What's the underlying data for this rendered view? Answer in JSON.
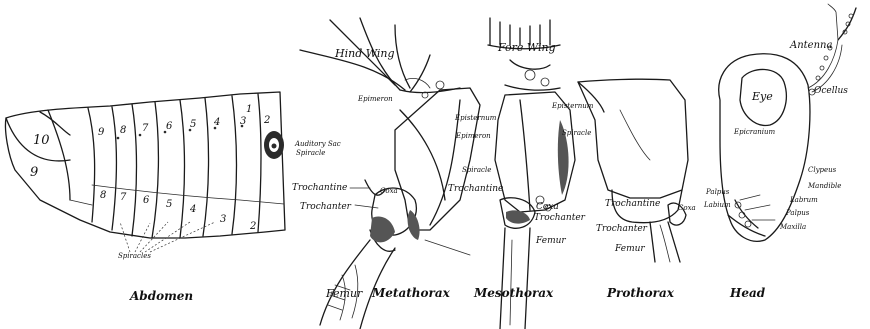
{
  "labels": {
    "hind_wing": "Hind Wing",
    "fore_wing": "Fore Wing",
    "antenna": "Antenna",
    "ocellus": "Ocellus",
    "eye": "Eye",
    "epicranium": "Epicranium",
    "clypeus": "Clypeus",
    "mandible": "Mandible",
    "labrum": "Labrum",
    "palpus_right": "Palpus",
    "maxilla": "Maxilla",
    "palpus_left": "Palpus",
    "labium": "Labium",
    "auditory_sac": "Auditory Sac",
    "spiracle_abdomen": "Spiracle",
    "spiracles": "Spiracles",
    "epimeron_meta": "Epimeron",
    "episternum_meta": "Episternum",
    "epimeron_meso": "Epimeron",
    "episternum_meso": "Episternum",
    "spiracle_meso": "Spiracle",
    "spiracle_meta": "Spiracle",
    "trochantine_meta": "Trochantine",
    "trochanter_meta": "Trochanter",
    "coxa_meta": "Coxa",
    "trochantine_meso": "Trochantine",
    "coxa_meso": "Coxa",
    "trochanter_meso": "Trochanter",
    "femur_meso": "Femur",
    "trochantine_pro": "Trochantine",
    "coxa_pro": "Coxa",
    "trochanter_pro": "Trochanter",
    "femur_pro": "Femur",
    "femur_meta": "Femur"
  },
  "captions": {
    "abdomen": "Abdomen",
    "metathorax": "Metathorax",
    "mesothorax": "Mesothorax",
    "prothorax": "Prothorax",
    "head": "Head"
  },
  "segments_top": [
    "10",
    "9",
    "8",
    "7",
    "6",
    "5",
    "4",
    "3",
    "2",
    "1"
  ],
  "segments_bottom": [
    "9",
    "8",
    "7",
    "6",
    "5",
    "4",
    "3",
    "2"
  ]
}
